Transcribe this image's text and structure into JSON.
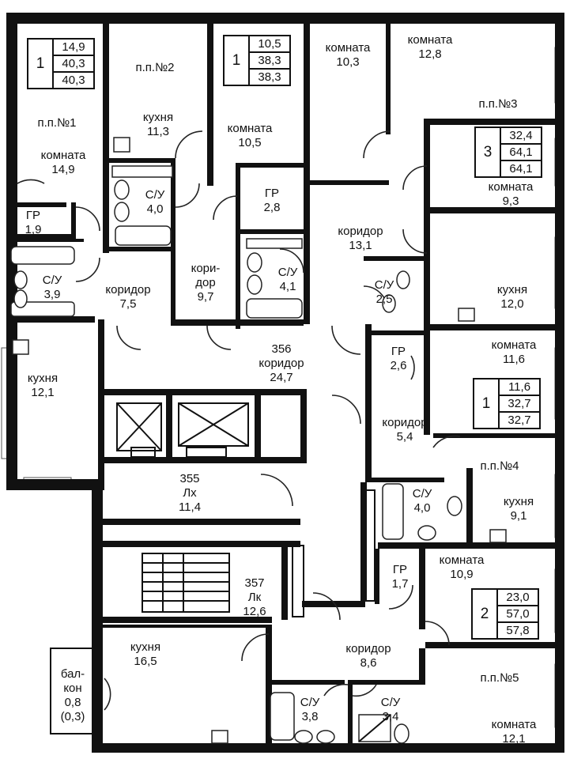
{
  "apartments": [
    {
      "id": "apt1",
      "number": "1",
      "areas": [
        "14,9",
        "40,3",
        "40,3"
      ]
    },
    {
      "id": "apt2",
      "number": "1",
      "areas": [
        "10,5",
        "38,3",
        "38,3"
      ]
    },
    {
      "id": "apt3",
      "number": "3",
      "areas": [
        "32,4",
        "64,1",
        "64,1"
      ]
    },
    {
      "id": "apt4",
      "number": "1",
      "areas": [
        "11,6",
        "32,7",
        "32,7"
      ]
    },
    {
      "id": "apt5",
      "number": "2",
      "areas": [
        "23,0",
        "57,0",
        "57,8"
      ]
    }
  ],
  "labels": {
    "pp1": "п.п.№1",
    "pp2": "п.п.№2",
    "pp3": "п.п.№3",
    "pp4": "п.п.№4",
    "pp5": "п.п.№5",
    "room_14_9": "комната\n14,9",
    "gr_1_9": "ГР\n1,9",
    "su_3_9": "С/У\n3,9",
    "corr_7_5": "коридор\n7,5",
    "kitchen_12_1": "кухня\n12,1",
    "kitchen_11_3": "кухня\n11,3",
    "su_4_0a": "С/У\n4,0",
    "corr_9_7": "кори-\nдор\n9,7",
    "room_10_5": "комната\n10,5",
    "gr_2_8": "ГР\n2,8",
    "su_4_1": "С/У\n4,1",
    "room_10_3": "комната\n10,3",
    "room_12_8": "комната\n12,8",
    "room_9_3": "комната\n9,3",
    "corr_13_1": "коридор\n13,1",
    "su_2_5": "С/У\n2,5",
    "kitchen_12_0": "кухня\n12,0",
    "corr_24_7": "356\nкоридор\n24,7",
    "gr_2_6": "ГР\n2,6",
    "room_11_6": "комната\n11,6",
    "corr_5_4": "коридор\n5,4",
    "lift_355": "355\nЛх\n11,4",
    "su_4_0b": "С/У\n4,0",
    "kitchen_9_1": "кухня\n9,1",
    "stair_357": "357\nЛк\n12,6",
    "gr_1_7": "ГР\n1,7",
    "room_10_9": "комната\n10,9",
    "kitchen_16_5": "кухня\n16,5",
    "corr_8_6": "коридор\n8,6",
    "su_3_8": "С/У\n3,8",
    "su_3_4": "С/У\n3,4",
    "room_12_1": "комната\n12,1",
    "balcony": "бал-\nкон\n0,8\n(0,3)"
  }
}
